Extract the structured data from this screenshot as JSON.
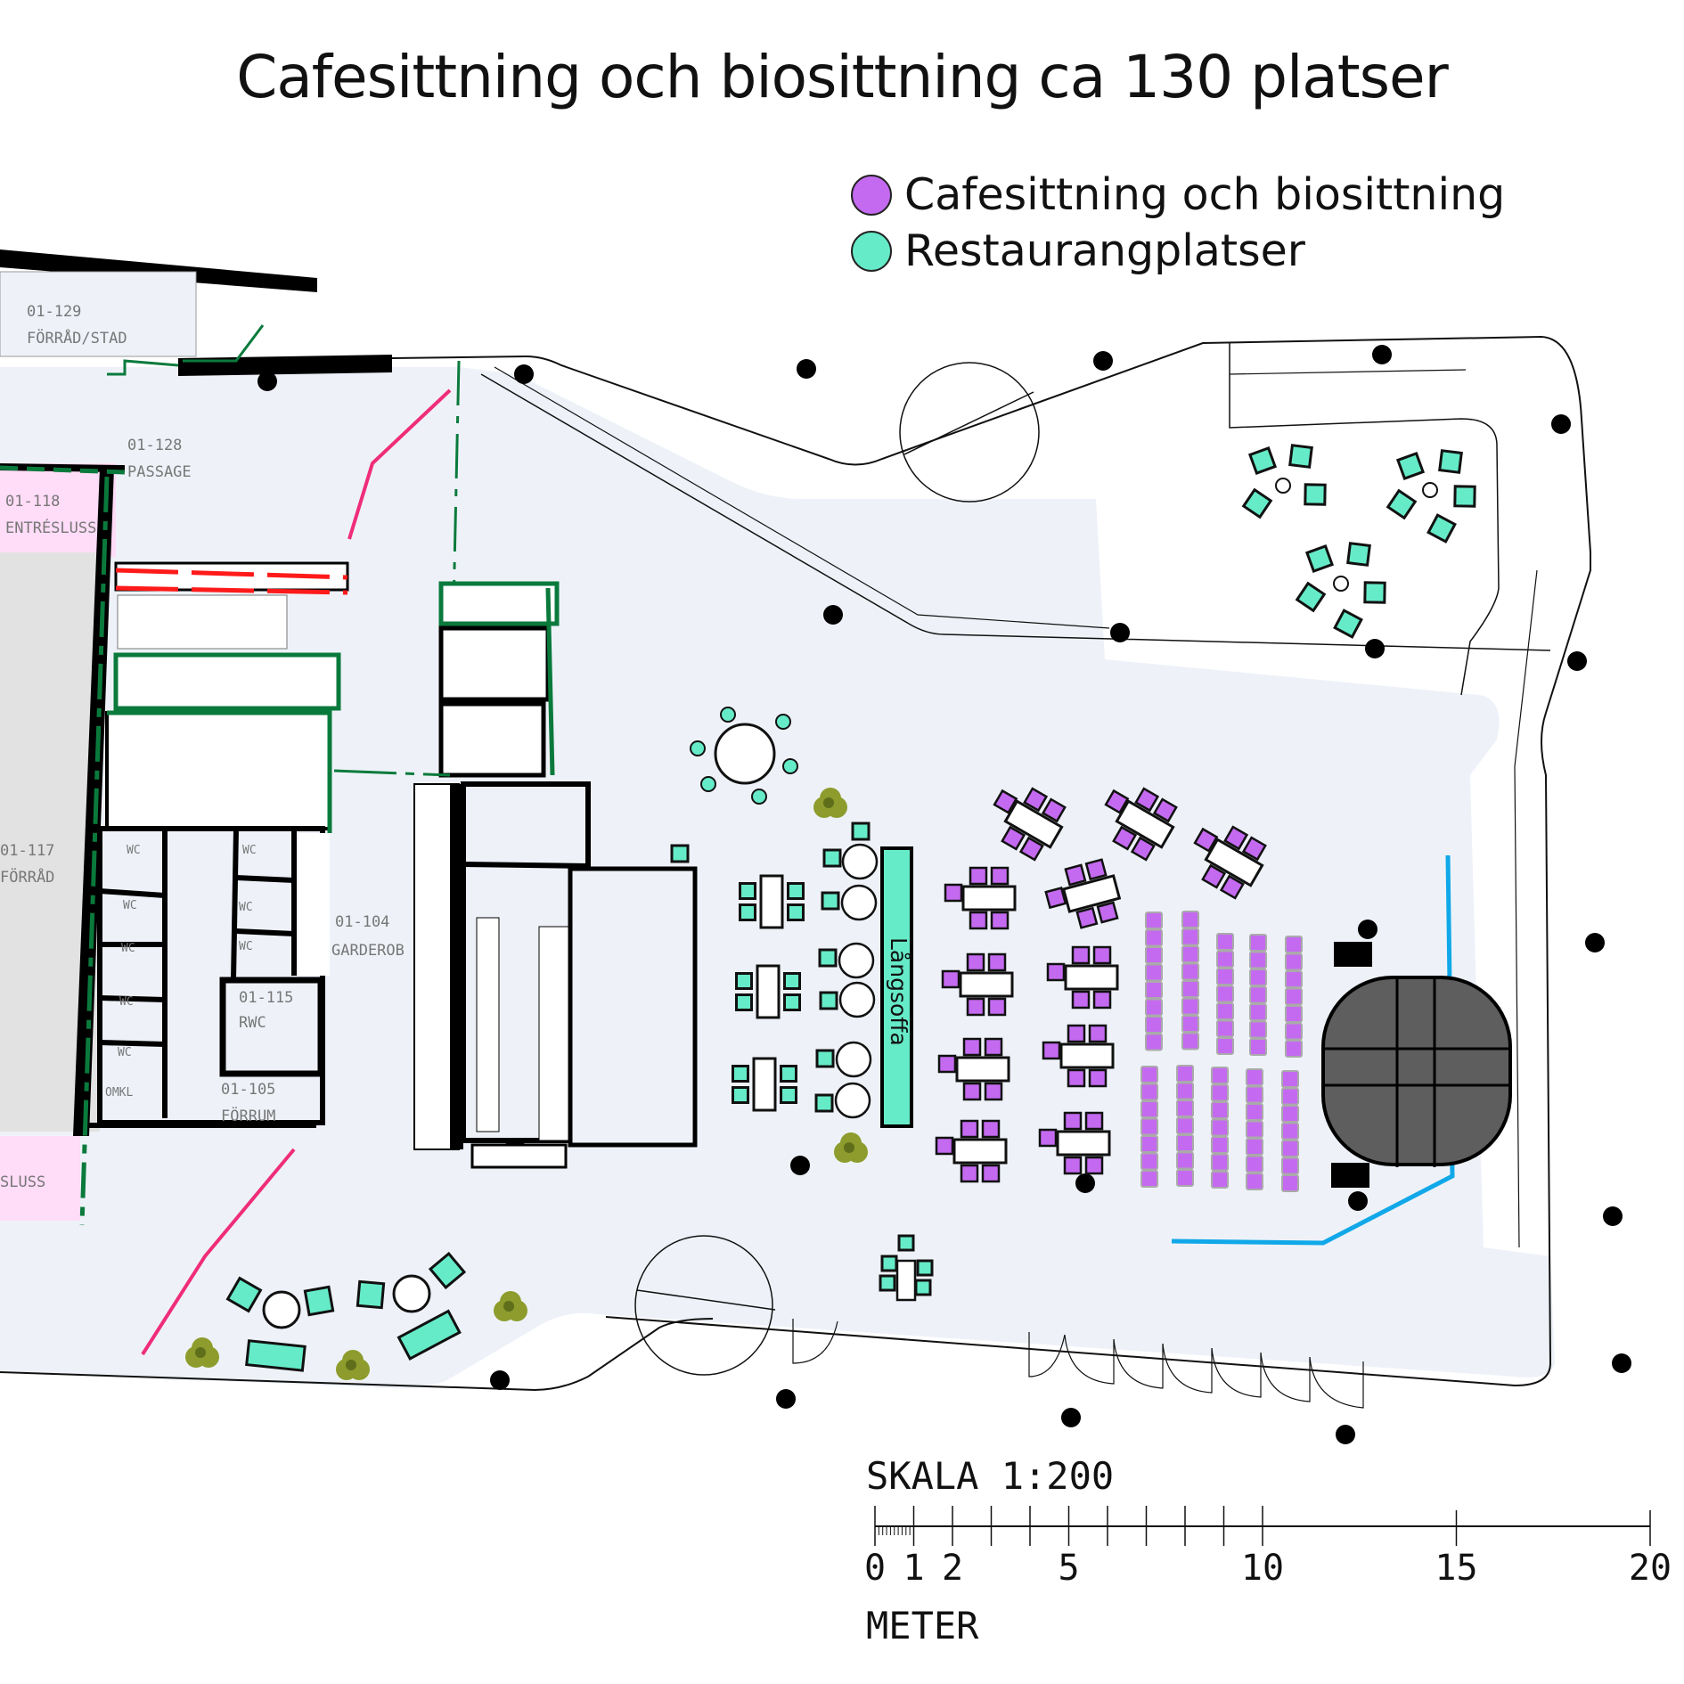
{
  "title": "Cafesittning och biosittning ca 130 platser",
  "legend": [
    {
      "label": "Cafesittning och biosittning",
      "color": "#c46af0"
    },
    {
      "label": "Restaurangplatser",
      "color": "#66ebc8"
    }
  ],
  "rooms": [
    {
      "id": "01-129",
      "name": "FÖRRÅD/STAD"
    },
    {
      "id": "01-128",
      "name": "PASSAGE"
    },
    {
      "id": "01-118",
      "name": "ENTRÉSLUSS"
    },
    {
      "id": "01-117",
      "name": "FÖRRÅD"
    },
    {
      "id": "01-104",
      "name": "GARDEROB"
    },
    {
      "id": "01-115",
      "name": "RWC"
    },
    {
      "id": "01-105",
      "name": "FÖRRUM"
    },
    {
      "id": "",
      "name": "SLUSS"
    }
  ],
  "wc_label": "WC",
  "omkl_label": "OMKL",
  "furniture": {
    "sofa_label": "Långsoffa"
  },
  "colors": {
    "cafe_bio": "#c46af0",
    "restaurant": "#66ebc8",
    "floor": "#eef2f8",
    "stage": "#5e5e5e",
    "blue_line": "#10a8e8",
    "pink_line": "#ef2d7a",
    "green_wall": "#0a7a3c",
    "red_wall": "#ff1a1a",
    "entrance_room": "#ffdcf7",
    "storage_room": "#e2e2e2"
  },
  "scale": {
    "title": "SKALA 1:200",
    "unit": "METER",
    "ticks": [
      "0",
      "1",
      "2",
      "5",
      "10",
      "15",
      "20"
    ],
    "tick_values": [
      0,
      1,
      2,
      5,
      10,
      15,
      20
    ],
    "max": 20
  }
}
